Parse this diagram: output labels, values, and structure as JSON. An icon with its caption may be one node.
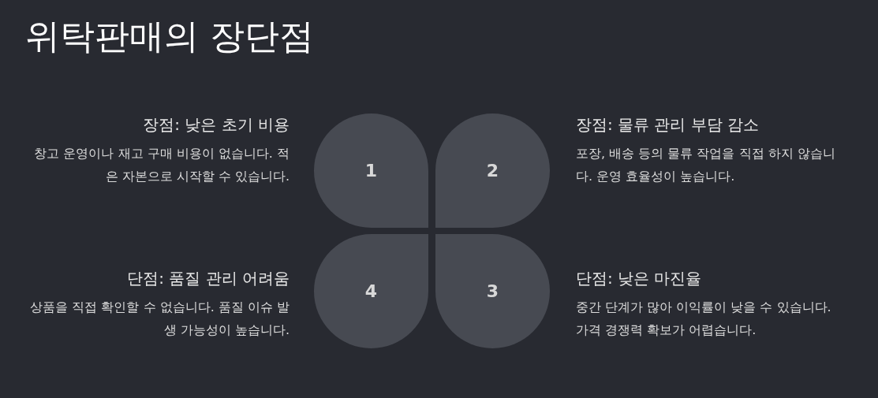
{
  "diagram": {
    "title": "위탁판매의 장단점",
    "nodes": [
      {
        "text": [
          "1"
        ],
        "beside": [
          "장점: 낮은 초기 비용",
          "창고 운영이나 재고 구매 비용이 없습니다. 적은 자본으로 시작할 수 있습니다."
        ]
      },
      {
        "text": [
          "2"
        ],
        "beside": [
          "장점: 물류 관리 부담 감소",
          "포장, 배송 등의 물류 작업을 직접 하지 않습니다. 운영 효율성이 높습니다."
        ]
      },
      {
        "text": [
          "4"
        ],
        "beside": [
          "단점: 품질 관리 어려움",
          "상품을 직접 확인할 수 없습니다. 품질 이슈 발생 가능성이 높습니다."
        ]
      },
      {
        "text": [
          "3"
        ],
        "beside": [
          "단점: 낮은 마진율",
          "중간 단계가 많아 이익률이 낮을 수 있습니다. 가격 경쟁력 확보가 어렵습니다."
        ]
      }
    ],
    "edges": []
  }
}
